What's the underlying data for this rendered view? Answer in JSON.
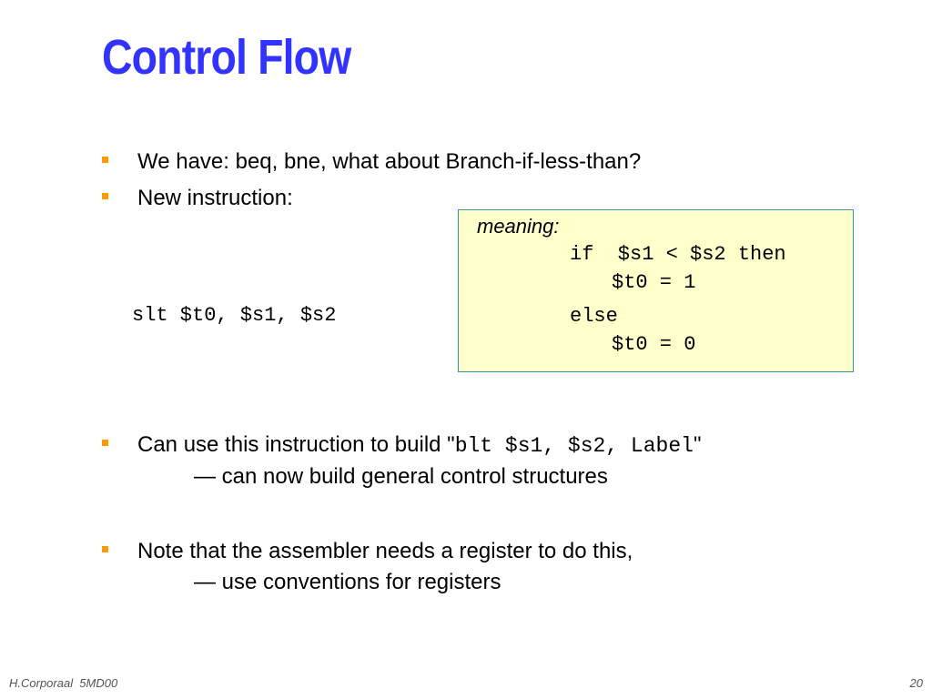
{
  "slide": {
    "title": "Control Flow",
    "bullets": [
      {
        "text": "We have:  beq, bne, what about Branch-if-less-than?"
      },
      {
        "text": "New instruction:"
      },
      {
        "text_before": "Can use this instruction to build  \"",
        "code": "blt $s1, $s2, Label",
        "text_after": "\"",
        "subline": "— can now build general control structures"
      },
      {
        "text": "Note that the assembler needs a register to do this,",
        "subline": "— use conventions for registers"
      }
    ],
    "instruction": "slt $t0, $s1, $s2",
    "meaning_box": {
      "label": "meaning:",
      "lines": [
        "if  $s1 < $s2 then",
        "$t0 = 1",
        "else",
        "$t0 = 0"
      ]
    }
  },
  "footer": {
    "author": "H.Corporaal  5MD00",
    "page_number": "20"
  },
  "colors": {
    "title": "#3333ff",
    "bullet": "#ff9900",
    "box_fill": "#ffffcc",
    "box_border": "#339999"
  }
}
